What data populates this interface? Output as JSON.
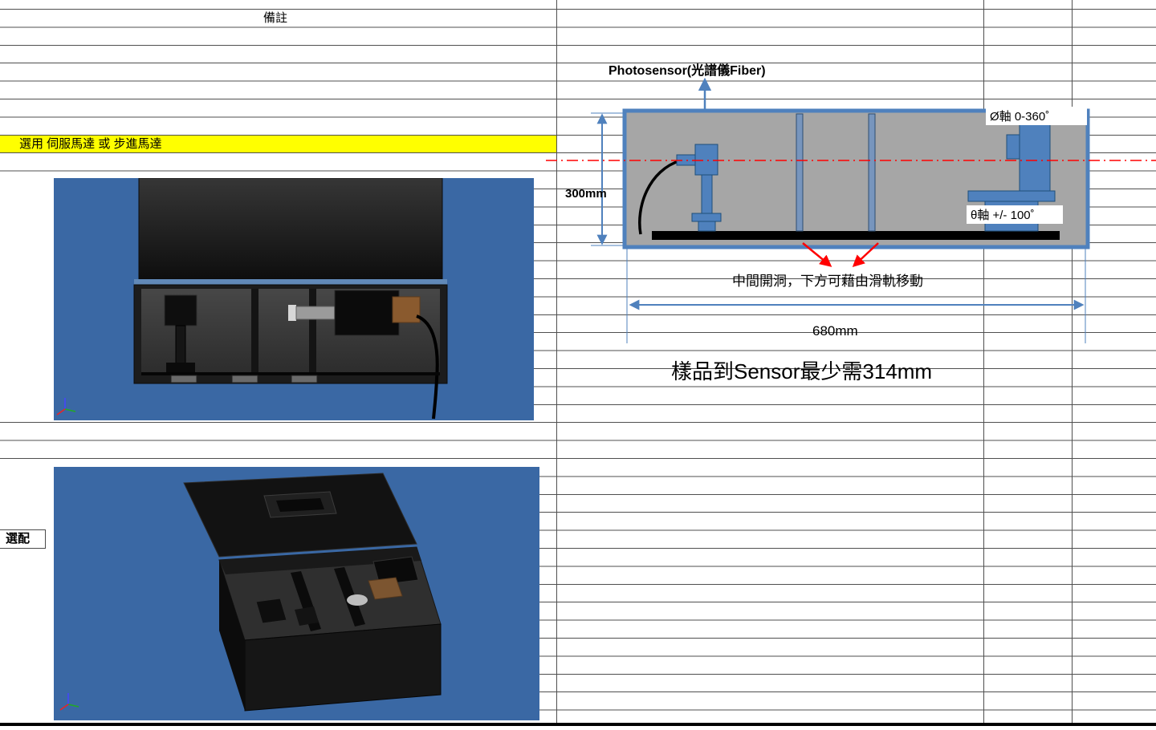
{
  "cells": {
    "remark_header": "備註",
    "motor_note": "選用 伺服馬達 或 步進馬達",
    "optional_label": "選配"
  },
  "diagram": {
    "photosensor_label": "Photosensor(光譜儀Fiber)",
    "phi_axis_label": "Ø軸 0-360˚",
    "theta_axis_label": "θ軸 +/- 100˚",
    "height_dim": "300mm",
    "width_dim": "680mm",
    "opening_note": "中間開洞，下方可藉由滑軌移動",
    "distance_note": "樣品到Sensor最少需314mm"
  },
  "colors": {
    "highlight_yellow": "#ffff00",
    "diagram_blue": "#4f81bd",
    "centerline_red": "#ff0000",
    "enclosure_gray": "#a6a6a6",
    "render_background_blue": "#3a68a4"
  }
}
